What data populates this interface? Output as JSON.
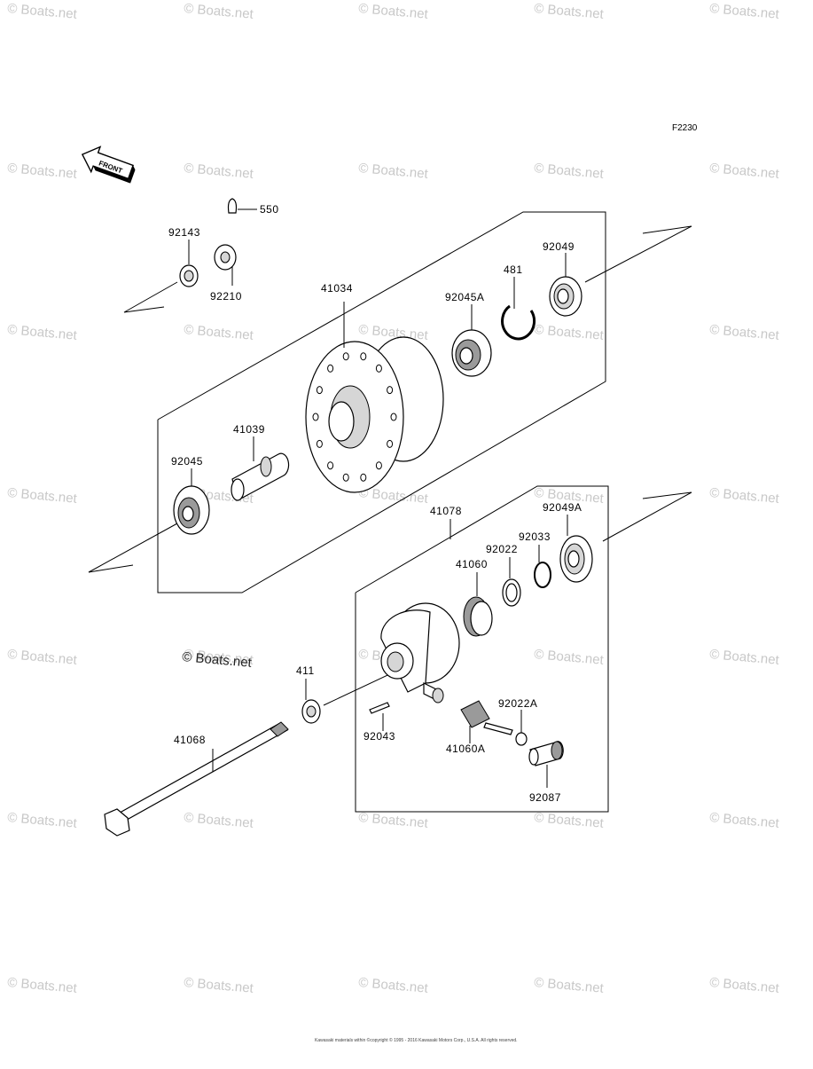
{
  "diagram": {
    "code": "F2230",
    "front_arrow_label": "FRONT",
    "watermark": "Boats.net",
    "center_watermark": "© Boats.net",
    "copyright": "Kawasaki materials within ©copyright © 1995 - 2016 Kawasaki Motors Corp., U.S.A. All rights reserved.",
    "parts": [
      "550",
      "92143",
      "92210",
      "41034",
      "481",
      "92049",
      "92045A",
      "41039",
      "92045",
      "41078",
      "92049A",
      "92033",
      "92022",
      "41060",
      "411",
      "92043",
      "92022A",
      "41068",
      "41060A",
      "92087"
    ]
  }
}
